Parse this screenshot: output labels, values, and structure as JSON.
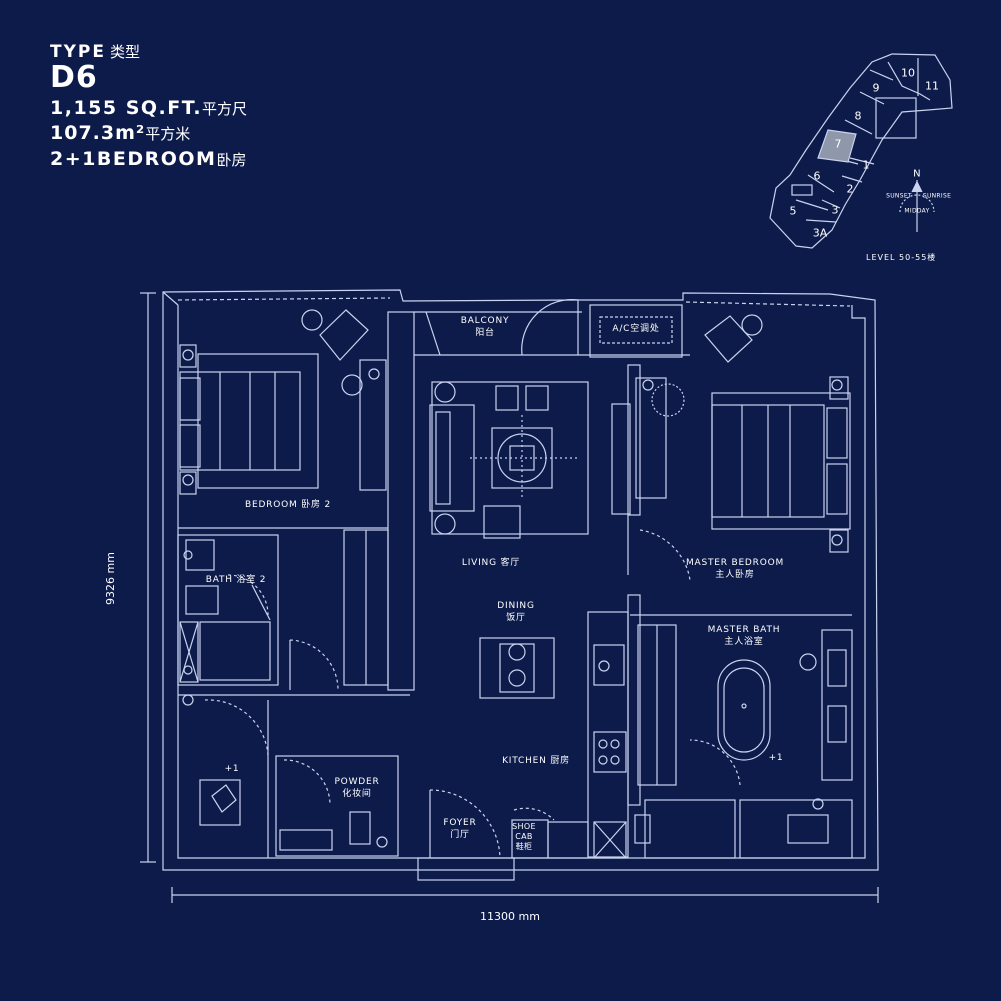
{
  "header": {
    "type_label": "TYPE",
    "type_label_cn": "类型",
    "unit_code": "D6",
    "area_sqft": "1,155 SQ.FT.",
    "area_sqft_cn": "平方尺",
    "area_m2": "107.3m²",
    "area_m2_cn": "平方米",
    "bedrooms": "2+1BEDROOM",
    "bedrooms_cn": "卧房"
  },
  "key_plan": {
    "units": [
      "10",
      "11",
      "9",
      "8",
      "7",
      "1",
      "6",
      "2",
      "5",
      "3",
      "3A"
    ],
    "highlighted_unit": "7",
    "compass_north": "N",
    "compass_sunset": "SUNSET",
    "compass_sunrise": "SUNRISE",
    "compass_midday": "MIDDAY",
    "level_label": "LEVEL 50-55楼"
  },
  "rooms": {
    "balcony": "BALCONY",
    "balcony_cn": "阳台",
    "ac": "A/C空调处",
    "bedroom2": "BEDROOM 卧房 2",
    "living": "LIVING 客厅",
    "master_bedroom": "MASTER BEDROOM",
    "master_bedroom_cn": "主人卧房",
    "bath2": "BATH 浴室 2",
    "dining": "DINING",
    "dining_cn": "饭厅",
    "master_bath": "MASTER BATH",
    "master_bath_cn": "主人浴室",
    "plus_one_left": "+1",
    "plus_one_right": "+1",
    "powder": "POWDER",
    "powder_cn": "化妆间",
    "kitchen": "KITCHEN 厨房",
    "foyer": "FOYER",
    "foyer_cn": "门厅",
    "shoe_1": "SHOE",
    "shoe_2": "CAB",
    "shoe_3": "鞋柜"
  },
  "dimensions": {
    "width": "11300 mm",
    "height": "9326 mm"
  },
  "colors": {
    "background": "#0d1b4a",
    "line": "#c9d3ef",
    "highlight_unit": "#8f97ab"
  }
}
